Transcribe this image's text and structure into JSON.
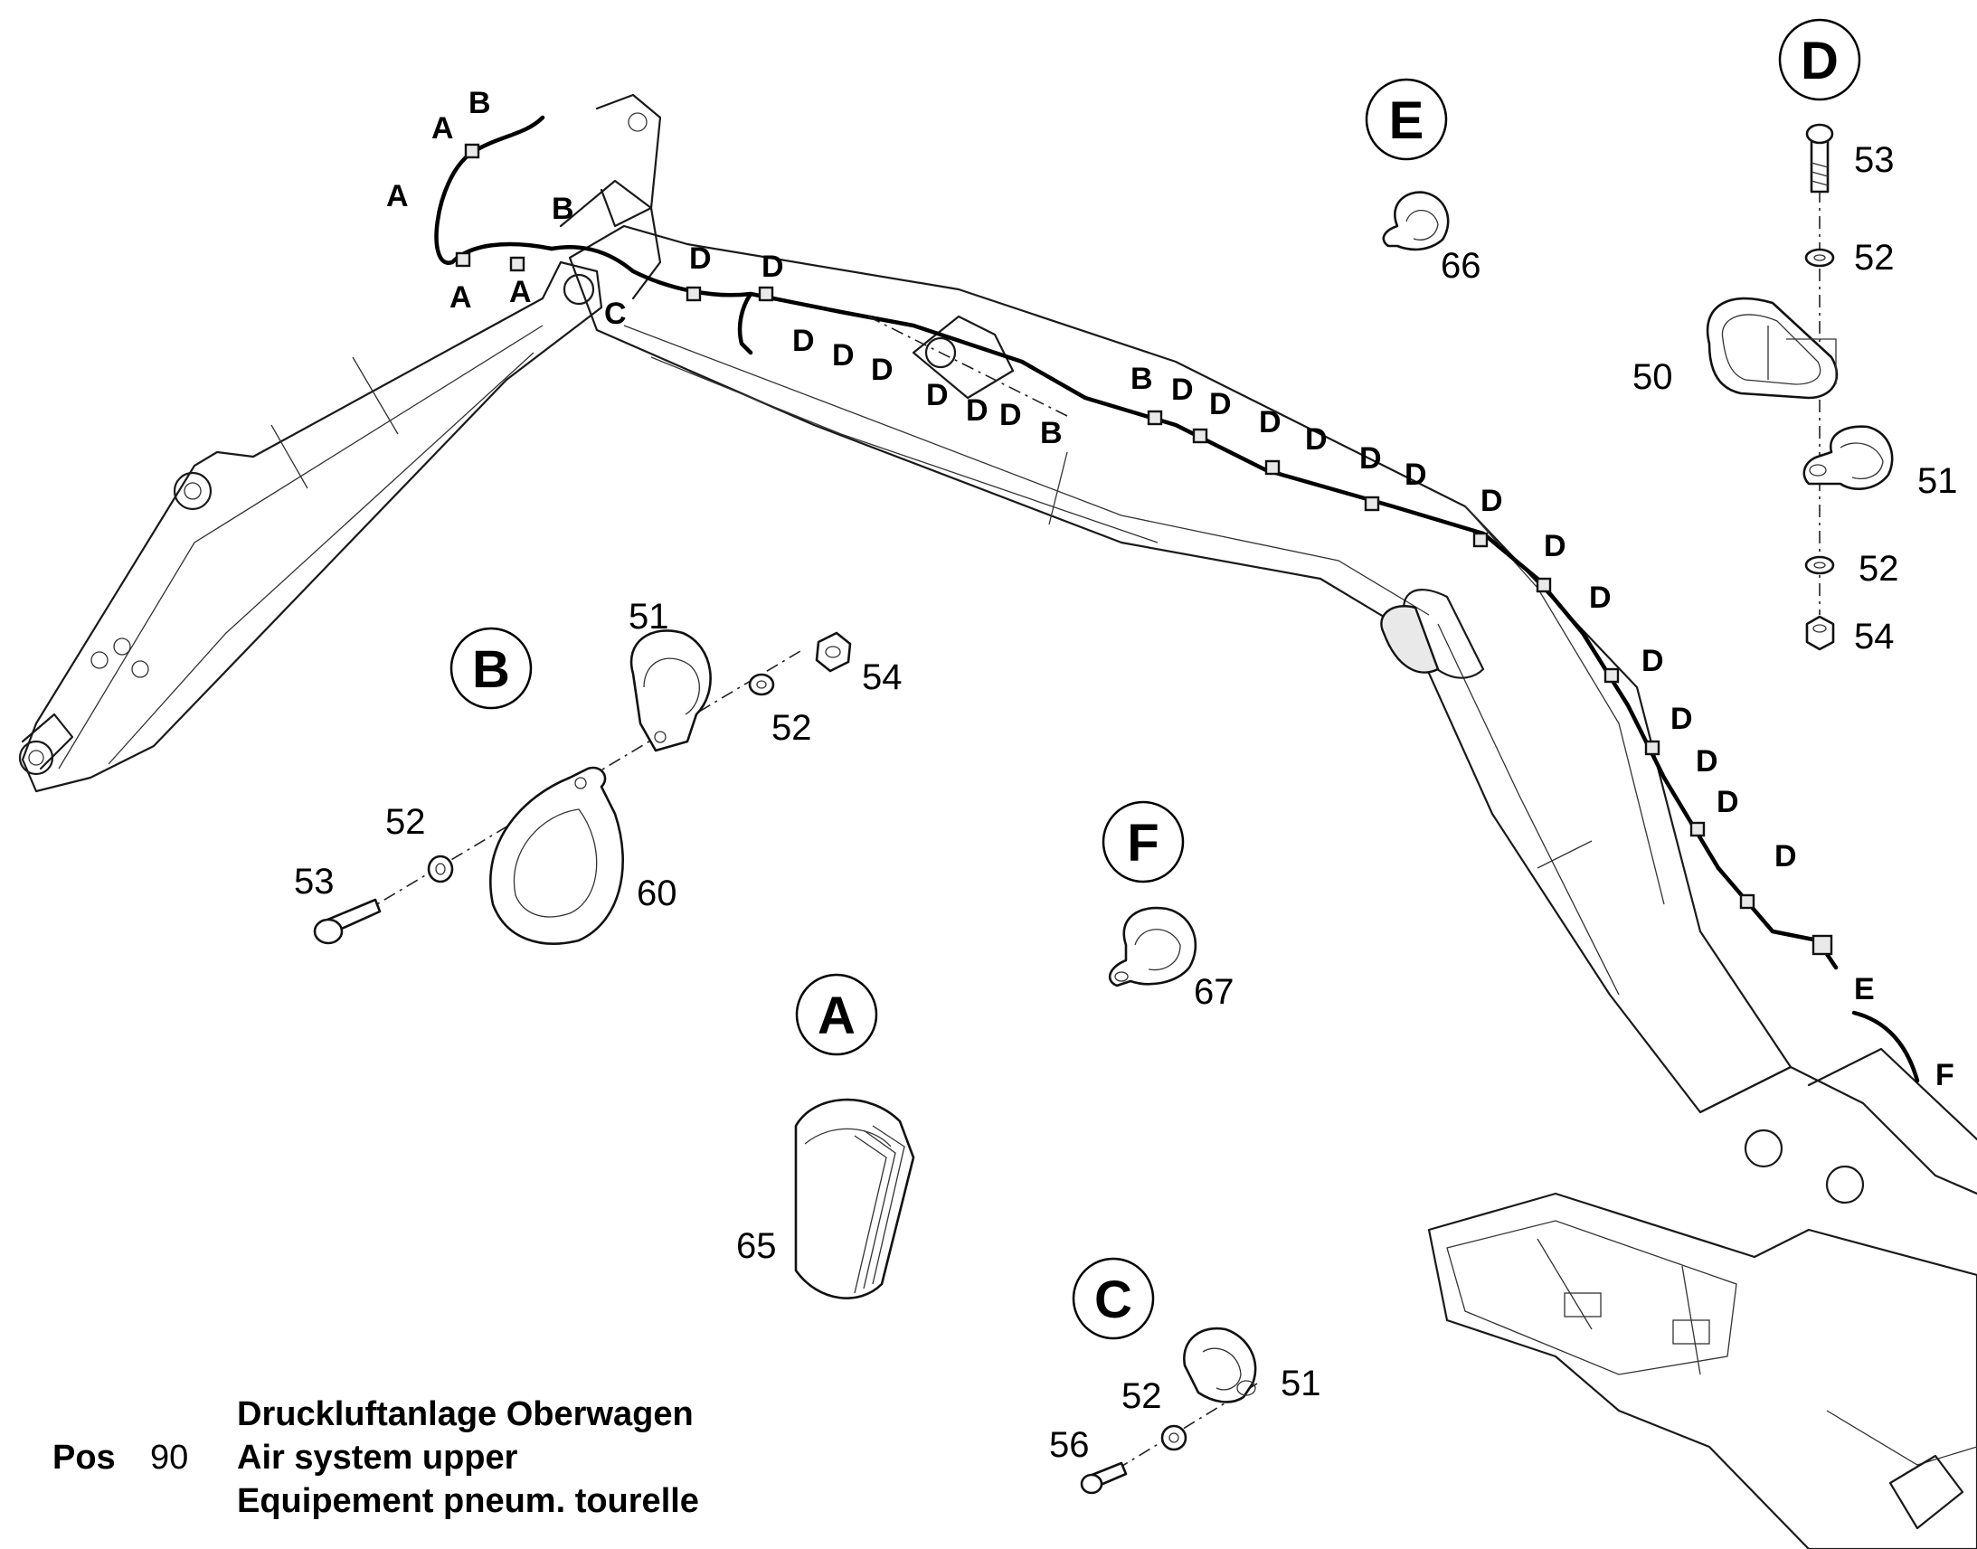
{
  "caption": {
    "pos_label": "Pos",
    "pos_number": "90",
    "title_de": "Druckluftanlage Oberwagen",
    "title_en": "Air system upper",
    "title_fr": "Equipement pneum. tourelle"
  },
  "details": {
    "A": {
      "label": "A",
      "parts": [
        "65"
      ]
    },
    "B": {
      "label": "B",
      "parts": [
        "51",
        "54",
        "52",
        "52",
        "53",
        "60"
      ]
    },
    "C": {
      "label": "C",
      "parts": [
        "51",
        "52",
        "56"
      ]
    },
    "D": {
      "label": "D",
      "parts": [
        "53",
        "52",
        "50",
        "51",
        "52",
        "54"
      ]
    },
    "E": {
      "label": "E",
      "parts": [
        "66"
      ]
    },
    "F": {
      "label": "F",
      "parts": [
        "67"
      ]
    }
  },
  "boom_tags": {
    "A": "A",
    "B": "B",
    "C": "C",
    "D": "D",
    "E": "E",
    "F": "F"
  },
  "colors": {
    "line": "#000000",
    "background": "#ffffff"
  }
}
